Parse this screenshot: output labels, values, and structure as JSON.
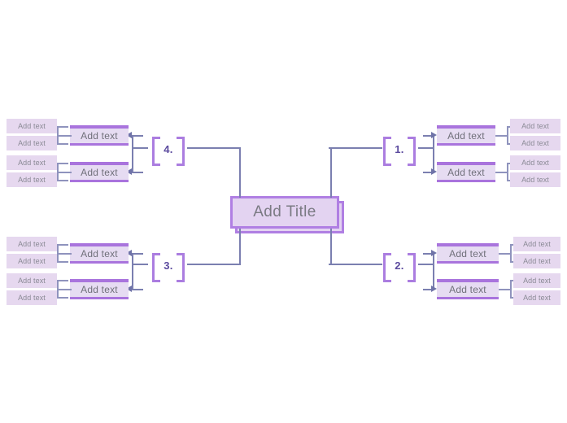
{
  "center": {
    "title": "Add Title"
  },
  "branches": [
    {
      "id": "branch-1",
      "label": "1.",
      "side": "right",
      "nodes": [
        {
          "label": "Add text",
          "leaves": [
            "Add text",
            "Add text"
          ]
        },
        {
          "label": "Add text",
          "leaves": [
            "Add text",
            "Add text"
          ]
        }
      ]
    },
    {
      "id": "branch-2",
      "label": "2.",
      "side": "right",
      "nodes": [
        {
          "label": "Add text",
          "leaves": [
            "Add text",
            "Add text"
          ]
        },
        {
          "label": "Add text",
          "leaves": [
            "Add text",
            "Add text"
          ]
        }
      ]
    },
    {
      "id": "branch-3",
      "label": "3.",
      "side": "left",
      "nodes": [
        {
          "label": "Add text",
          "leaves": [
            "Add text",
            "Add text"
          ]
        },
        {
          "label": "Add text",
          "leaves": [
            "Add text",
            "Add text"
          ]
        }
      ]
    },
    {
      "id": "branch-4",
      "label": "4.",
      "side": "left",
      "nodes": [
        {
          "label": "Add text",
          "leaves": [
            "Add text",
            "Add text"
          ]
        },
        {
          "label": "Add text",
          "leaves": [
            "Add text",
            "Add text"
          ]
        }
      ]
    }
  ],
  "colors": {
    "accent": "#a974dd",
    "center_fill": "#e3d3f1",
    "center_border": "#b07fe3",
    "node_fill": "#e6dcf2",
    "leaf_fill": "#e6d8ef",
    "connector": "#7b7fb0",
    "bracket": "#ab7de0",
    "label_text": "#5b4a9e",
    "body_text": "#70707a"
  }
}
